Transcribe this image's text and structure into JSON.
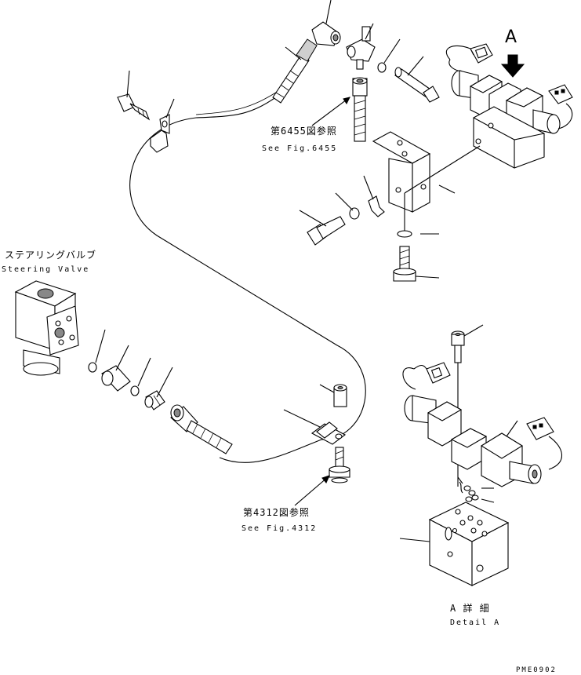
{
  "labels": {
    "steering_valve_jp": "ステアリングバルブ",
    "steering_valve_en": "Steering Valve",
    "ref_6455_jp": "第6455図参照",
    "ref_6455_en": "See Fig.6455",
    "ref_4312_jp": "第4312図参照",
    "ref_4312_en": "See Fig.4312",
    "view_arrow": "A",
    "detail_jp": "A 詳 細",
    "detail_en": "Detail A",
    "drawing_code": "PME0902"
  }
}
